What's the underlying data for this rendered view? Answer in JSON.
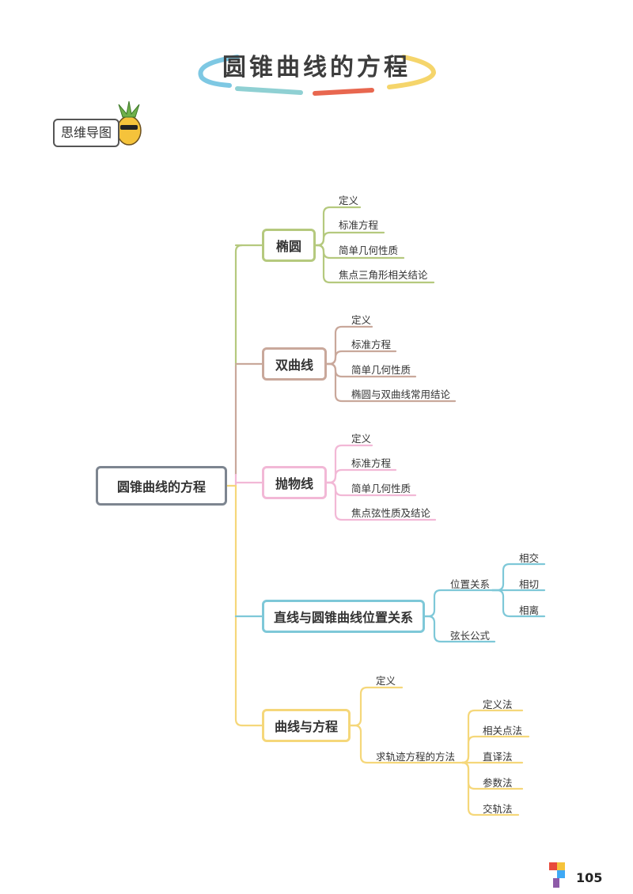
{
  "page_title": "圆锥曲线的方程",
  "badge_label": "思维导图",
  "root_label": "圆锥曲线的方程",
  "branches": {
    "ellipse": {
      "label": "椭圆",
      "color": "#b5c97e",
      "children": [
        "定义",
        "标准方程",
        "简单几何性质",
        "焦点三角形相关结论"
      ]
    },
    "hyperbola": {
      "label": "双曲线",
      "color": "#c9a89b",
      "children": [
        "定义",
        "标准方程",
        "简单几何性质",
        "椭圆与双曲线常用结论"
      ]
    },
    "parabola": {
      "label": "抛物线",
      "color": "#f2b8d6",
      "children": [
        "定义",
        "标准方程",
        "简单几何性质",
        "焦点弦性质及结论"
      ]
    },
    "line_conic": {
      "label": "直线与圆锥曲线位置关系",
      "color": "#7ec8d8",
      "position": {
        "label": "位置关系",
        "children": [
          "相交",
          "相切",
          "相离"
        ]
      },
      "chord": "弦长公式"
    },
    "curve_eq": {
      "label": "曲线与方程",
      "color": "#f5d77a",
      "definition": "定义",
      "methods": {
        "label": "求轨迹方程的方法",
        "children": [
          "定义法",
          "相关点法",
          "直译法",
          "参数法",
          "交轨法"
        ]
      }
    }
  },
  "colors": {
    "root_border": "#7d8590",
    "title_arc_left": "#7ec8e3",
    "title_arc_mid1": "#8fd0d3",
    "title_arc_mid2": "#e8674f",
    "title_arc_right": "#f5d56b",
    "logo_red": "#e84a3c",
    "logo_yellow": "#f5c33b",
    "logo_blue": "#3fa9f5",
    "logo_purple": "#8e5ba8"
  },
  "page_number": "105"
}
